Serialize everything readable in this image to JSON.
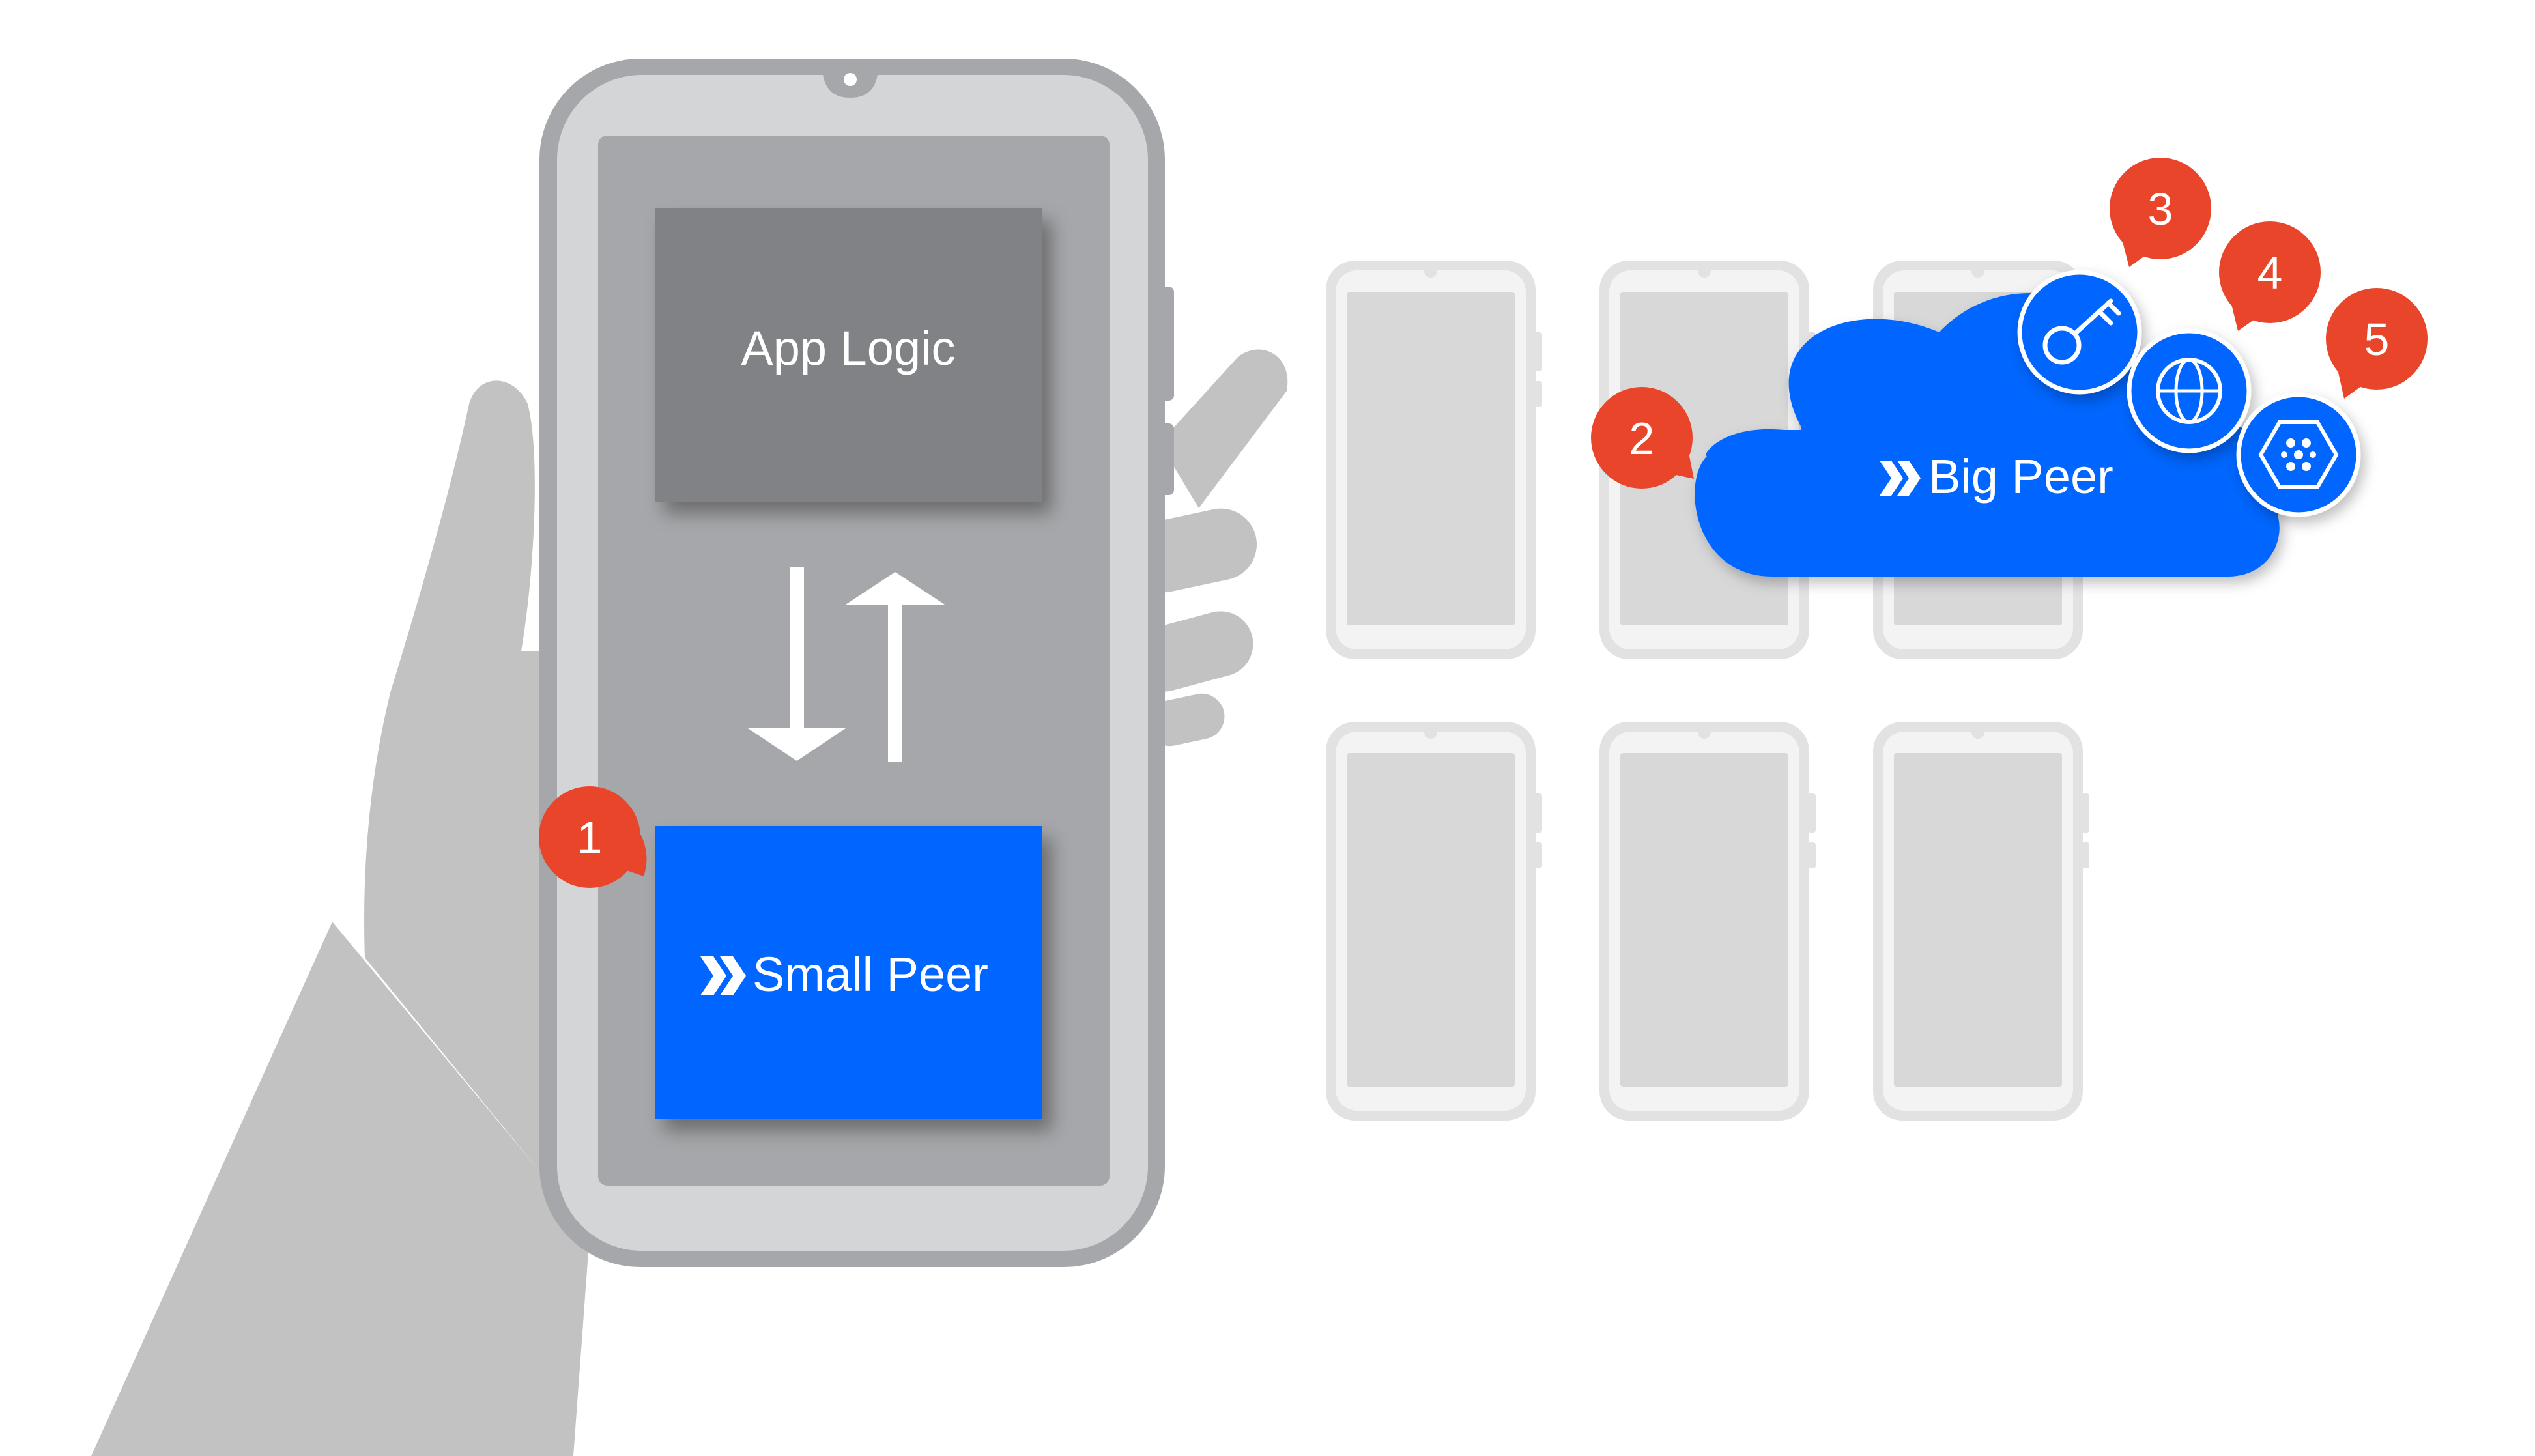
{
  "app_logic": {
    "label": "App Logic"
  },
  "small_peer": {
    "label": "Small Peer",
    "icon": "double-chevron-icon"
  },
  "big_peer": {
    "label": "Big Peer",
    "icon": "double-chevron-icon"
  },
  "markers": [
    {
      "label": "1",
      "target": "small-peer"
    },
    {
      "label": "2",
      "target": "big-peer"
    },
    {
      "label": "3",
      "target": "key"
    },
    {
      "label": "4",
      "target": "globe"
    },
    {
      "label": "5",
      "target": "hexagon-network"
    }
  ],
  "cloud_icons": [
    "key-icon",
    "globe-icon",
    "hexagon-network-icon"
  ],
  "peer_devices": 6,
  "colors": {
    "accent_blue": "#0066FF",
    "marker_red": "#E8452A",
    "app_logic_gray": "#808285",
    "phone_screen": "#A6A7AA",
    "phone_body": "#D4D5D7",
    "hand": "#C2C2C2"
  }
}
